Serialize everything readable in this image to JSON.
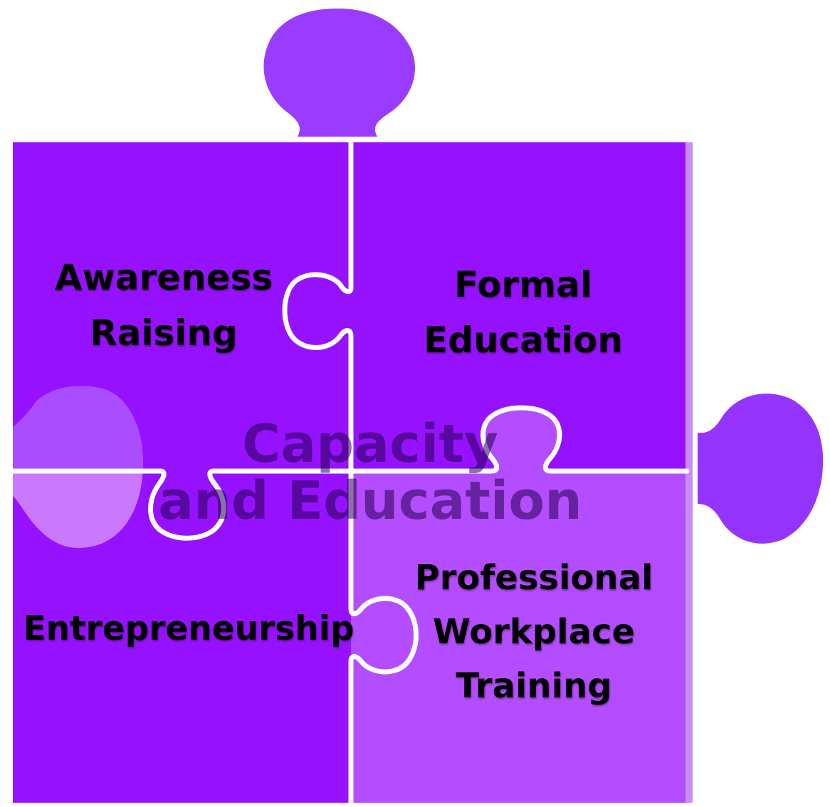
{
  "diagram": {
    "center_title": [
      "Capacity",
      "and Education"
    ],
    "pieces": {
      "top_left": [
        "Awareness",
        "Raising"
      ],
      "top_right": [
        "Formal",
        "Education"
      ],
      "bottom_left": [
        "Entrepreneurship"
      ],
      "bottom_right": [
        "Professional",
        "Workplace",
        "Training"
      ]
    },
    "colors": {
      "piece_dark": "#9612ff",
      "piece_light": "#b44dff",
      "knob_top": "#9a3cff",
      "knob_right": "#9533ff",
      "ghost_knob": "#d38cff",
      "border": "#ffffff"
    }
  }
}
